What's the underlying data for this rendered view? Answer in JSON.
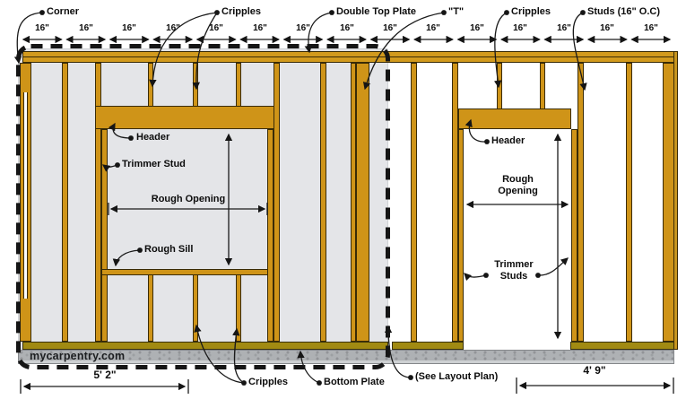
{
  "diagram_title": "Wall framing diagram (window wall and door wall)",
  "source": "mycarpentry.com",
  "colors": {
    "lumber": "#cf9418",
    "bottom_plate": "#a18a12",
    "sheathing": "#e4e5e8",
    "foundation": "#aeb1b4",
    "line": "#151515"
  },
  "top_labels": {
    "corner": "Corner",
    "cripples_left": "Cripples",
    "double_top_plate": "Double Top Plate",
    "t": "\"T\"",
    "cripples_right": "Cripples",
    "studs": "Studs (16\" O.C)"
  },
  "dimension_row": {
    "labels": [
      "16\"",
      "16\"",
      "16\"",
      "16\"",
      "16\"",
      "16\"",
      "16\"",
      "16\"",
      "16\"",
      "16\"",
      "16\"",
      "16\"",
      "16\"",
      "16\"",
      "16\""
    ]
  },
  "left_wall": {
    "header": "Header",
    "trimmer_stud": "Trimmer Stud",
    "rough_opening": "Rough Opening",
    "rough_sill": "Rough Sill",
    "watermark": "mycarpentry.com",
    "width_dim": "5' 2\"",
    "cripples": "Cripples",
    "bottom_plate": "Bottom Plate"
  },
  "right_wall": {
    "header": "Header",
    "rough_opening_line1": "Rough",
    "rough_opening_line2": "Opening",
    "trimmer_studs_line1": "Trimmer",
    "trimmer_studs_line2": "Studs",
    "see_layout_plan": "(See Layout Plan)",
    "width_dim": "4' 9\""
  }
}
